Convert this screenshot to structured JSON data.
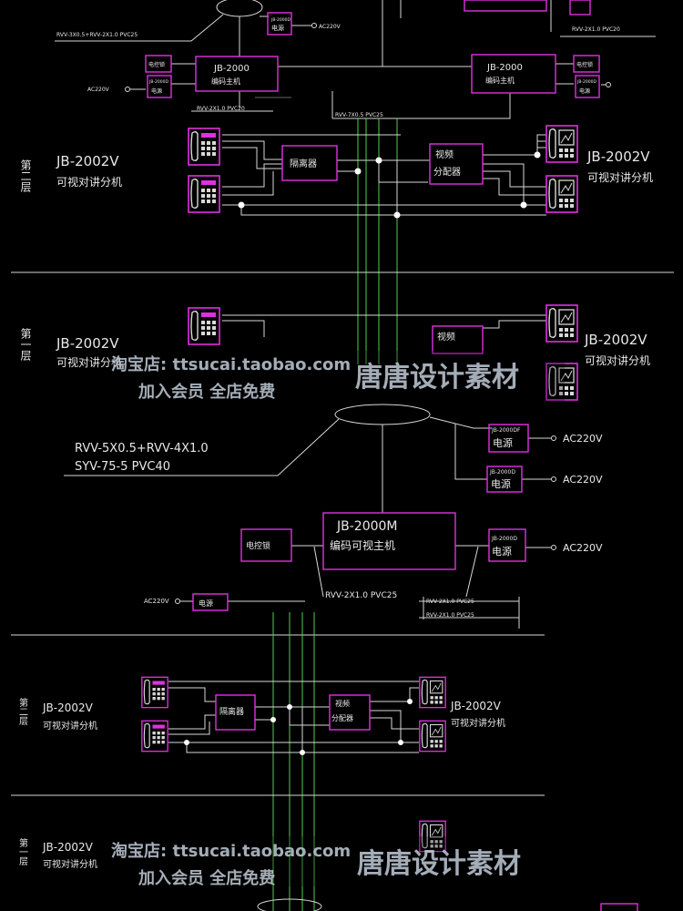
{
  "colors": {
    "background": "#000000",
    "text": "#e8e8e8",
    "magenta": "#e030e0",
    "wire_white": "#d8d8d8",
    "wire_green": "#4fd04f",
    "watermark": "#c9d3e0"
  },
  "top_section": {
    "cable_top_left": "RVV-3X0.5+RVV-2X1.0 PVC25",
    "psu_top": "JB-2000D",
    "psu_top_label": "电源",
    "ac_top": "AC220V",
    "cable_top_right": "RVV-2X1.0 PVC20",
    "lock_left": "电控锁",
    "lock_right": "电控锁",
    "host_left_model": "JB-2000",
    "host_left_label": "编码主机",
    "host_right_model": "JB-2000",
    "host_right_label": "编码主机",
    "psu_left_model": "JB-2000D",
    "psu_left_label": "电源",
    "psu_right_model": "JB-2000D",
    "psu_right_label": "电源",
    "ac_left": "AC220V",
    "cable_bottom_left": "RVV-2X1.0 PVC20",
    "cable_riser": "RVV-7X0.5  PVC25"
  },
  "floor2_upper": {
    "floor": "第二层",
    "model": "JB-2002V",
    "desc": "可视对讲分机",
    "isolator": "隔离器",
    "splitter_1": "视频",
    "splitter_2": "分配器"
  },
  "floor1_upper": {
    "floor": "第一层",
    "model": "JB-2002V",
    "desc": "可视对讲分机",
    "splitter_1": "视频"
  },
  "middle_section": {
    "cable_1": "RVV-5X0.5+RVV-4X1.0",
    "cable_2": "SYV-75-5  PVC40",
    "psu_1_model": "JB-2000DF",
    "psu_1_label": "电源",
    "psu_1_ac": "AC220V",
    "psu_2_model": "JB-2000D",
    "psu_2_label": "电源",
    "psu_2_ac": "AC220V",
    "host_model": "JB-2000M",
    "host_label": "编码可视主机",
    "lock": "电控锁",
    "psu_3_model": "JB-2000D",
    "psu_3_label": "电源",
    "psu_3_ac": "AC220V",
    "ac_left": "AC220V",
    "psu_left_label": "电源",
    "cable_riser": "RVV-2X1.0 PVC25",
    "cable_right_1": "RVV-2X1.0 PVC25",
    "cable_right_2": "RVV-2X1.0 PVC25"
  },
  "floor2_lower": {
    "floor": "第二层",
    "model": "JB-2002V",
    "desc": "可视对讲分机",
    "isolator": "隔离器",
    "splitter_1": "视频",
    "splitter_2": "分配器"
  },
  "floor1_lower": {
    "floor": "第一层",
    "model": "JB-2002V",
    "desc": "可视对讲分机"
  },
  "watermarks": {
    "shop": "淘宝店: ttsucai.taobao.com",
    "member": "加入会员 全店免费",
    "brand": "唐唐设计素材"
  }
}
